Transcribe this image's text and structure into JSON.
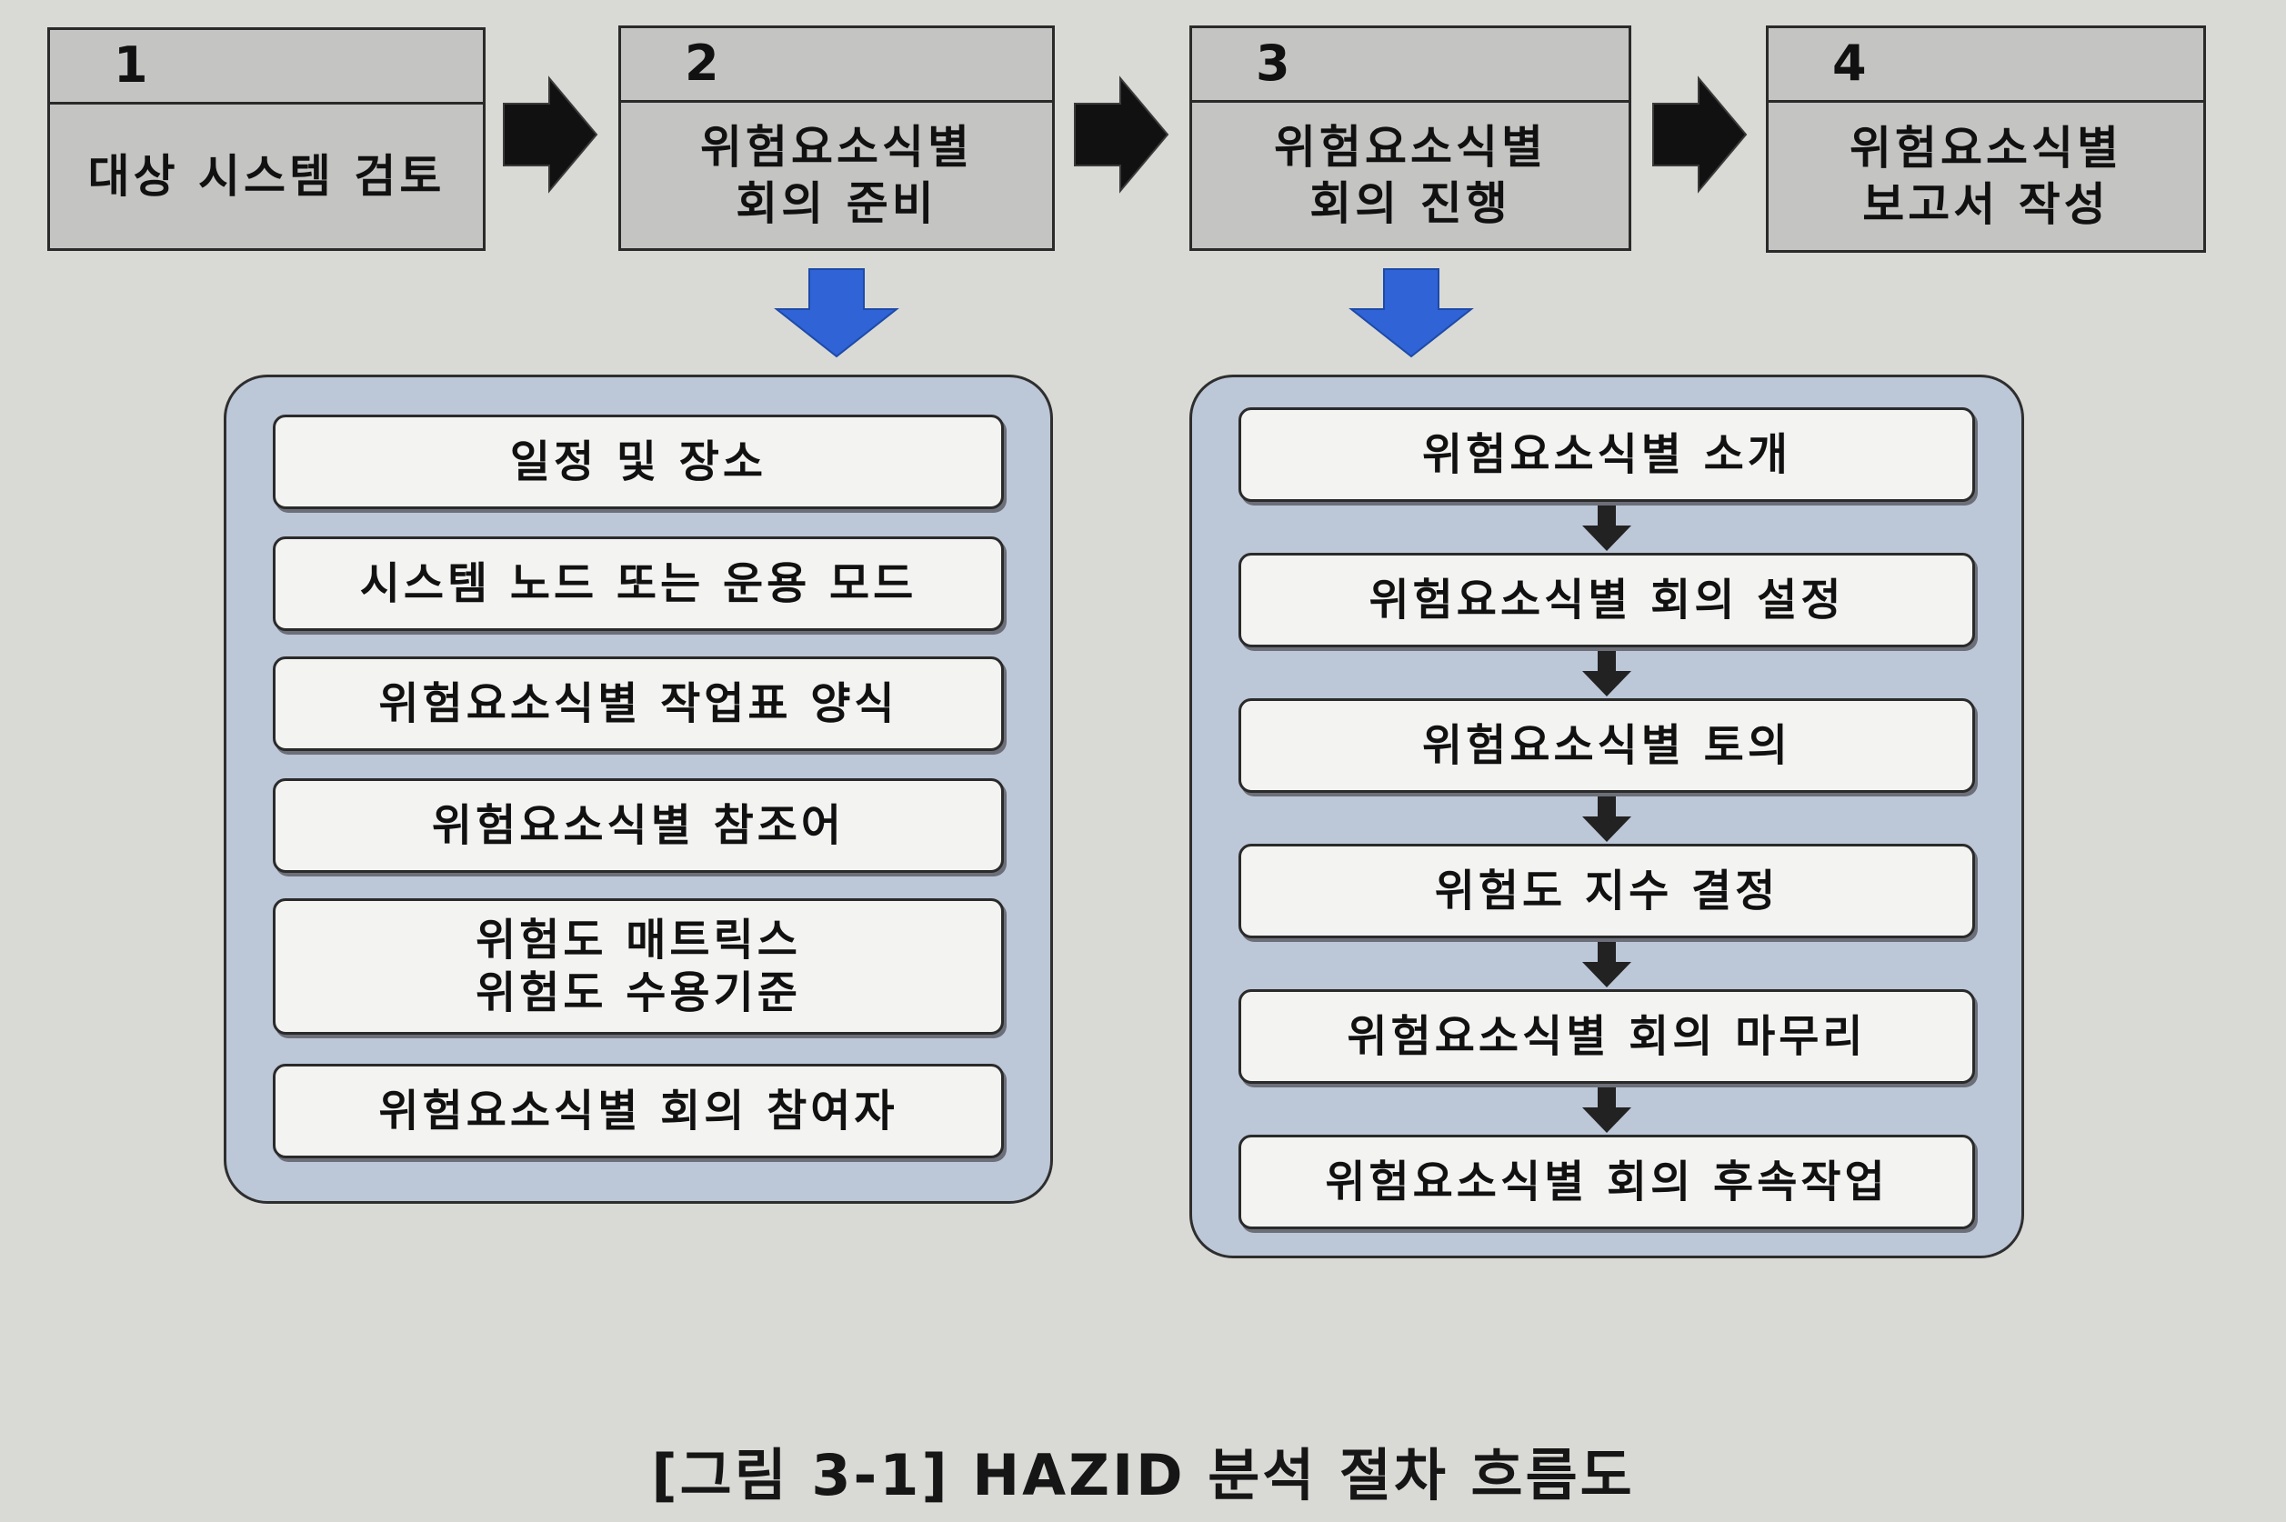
{
  "steps": [
    {
      "number": "1",
      "lines": [
        "대상 시스템 검토"
      ]
    },
    {
      "number": "2",
      "lines": [
        "위험요소식별",
        "회의 준비"
      ]
    },
    {
      "number": "3",
      "lines": [
        "위험요소식별",
        "회의 진행"
      ]
    },
    {
      "number": "4",
      "lines": [
        "위험요소식별",
        "보고서 작성"
      ]
    }
  ],
  "preparation_items": [
    {
      "lines": [
        "일정 및 장소"
      ]
    },
    {
      "lines": [
        "시스템 노드 또는 운용 모드"
      ]
    },
    {
      "lines": [
        "위험요소식별 작업표 양식"
      ]
    },
    {
      "lines": [
        "위험요소식별 참조어"
      ]
    },
    {
      "lines": [
        "위험도 매트릭스",
        "위험도 수용기준"
      ]
    },
    {
      "lines": [
        "위험요소식별 회의 참여자"
      ]
    }
  ],
  "meeting_items": [
    {
      "lines": [
        "위험요소식별 소개"
      ]
    },
    {
      "lines": [
        "위험요소식별 회의 설정"
      ]
    },
    {
      "lines": [
        "위험요소식별 토의"
      ]
    },
    {
      "lines": [
        "위험도 지수 결정"
      ]
    },
    {
      "lines": [
        "위험요소식별 회의 마무리"
      ]
    },
    {
      "lines": [
        "위험요소식별 회의 후속작업"
      ]
    }
  ],
  "caption": "[그림 3-1] HAZID 분석 절차 흐름도",
  "colors": {
    "background": "#d9dad5",
    "step_fill": "#c4c5c2",
    "panel_fill": "#bcc7d8",
    "item_fill": "#f3f3f1",
    "blue_arrow": "#2f63d6",
    "black_arrow": "#111111"
  }
}
